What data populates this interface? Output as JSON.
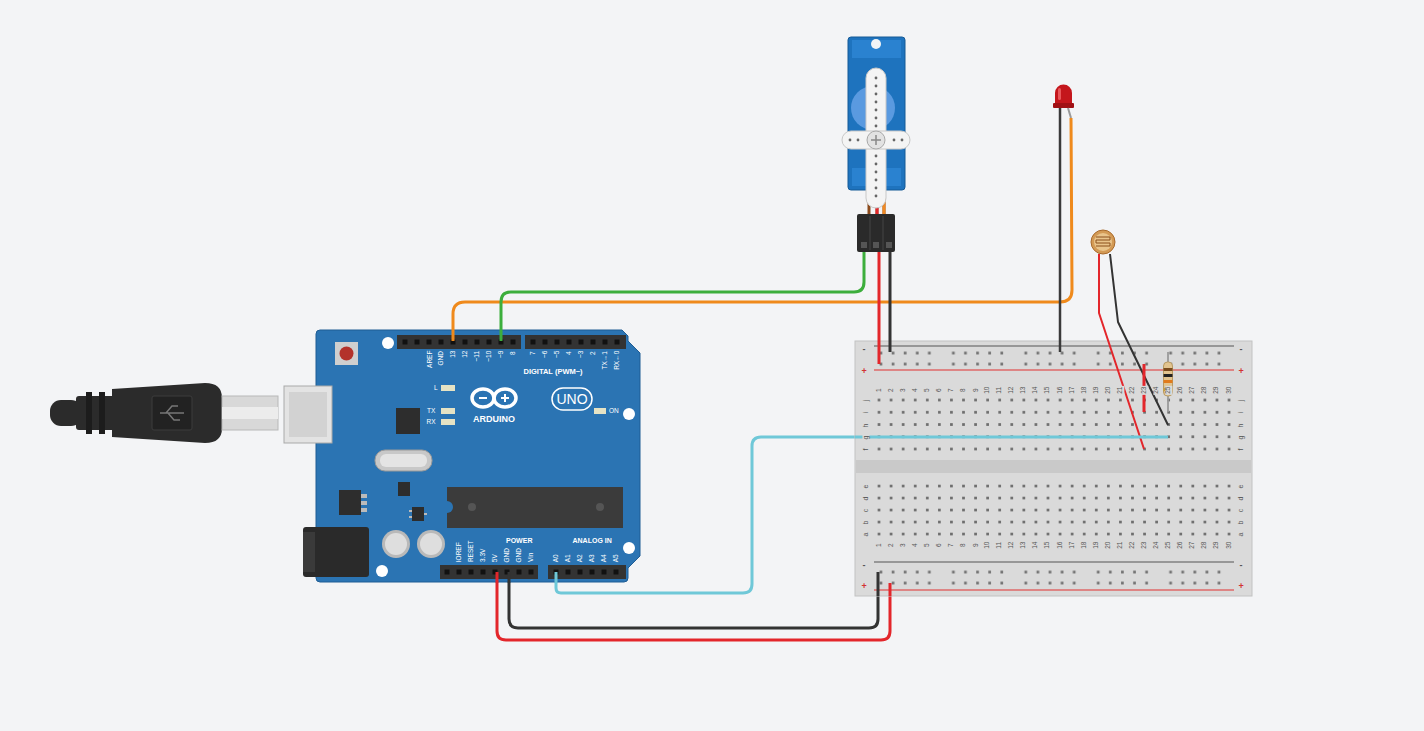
{
  "diagram": {
    "nodes": [
      {
        "text": [
          "AREF",
          "GND",
          "13",
          "12",
          "~11",
          "~10",
          "~9",
          "8",
          "7",
          "~6",
          "~5",
          "4",
          "~3",
          "2",
          "TX→1",
          "RX←0",
          "DIGITAL (PWM~)",
          "L",
          "TX",
          "RX",
          "UNO",
          "ON",
          "ARDUINO",
          "IOREF",
          "RESET",
          "3.3V",
          "5V",
          "GND",
          "GND",
          "Vin",
          "POWER",
          "ANALOG IN",
          "A0",
          "A1",
          "A2",
          "A3",
          "A4",
          "A5"
        ]
      },
      {
        "text": [
          "-",
          "-",
          "+",
          "+",
          "1",
          "2",
          "3",
          "4",
          "5",
          "6",
          "7",
          "8",
          "9",
          "10",
          "11",
          "12",
          "13",
          "14",
          "15",
          "16",
          "17",
          "18",
          "19",
          "20",
          "21",
          "22",
          "23",
          "24",
          "25",
          "26",
          "27",
          "28",
          "29",
          "30",
          "j",
          "j",
          "i",
          "i",
          "h",
          "h",
          "g",
          "g",
          "f",
          "f",
          "e",
          "e",
          "d",
          "d",
          "c",
          "c",
          "b",
          "b",
          "a",
          "a",
          "1",
          "2",
          "3",
          "4",
          "5",
          "6",
          "7",
          "8",
          "9",
          "10",
          "11",
          "12",
          "13",
          "14",
          "15",
          "16",
          "17",
          "18",
          "19",
          "20",
          "21",
          "22",
          "23",
          "24",
          "25",
          "26",
          "27",
          "28",
          "29",
          "30",
          "-",
          "-",
          "+",
          "+"
        ]
      }
    ],
    "edges": [
      {
        "from": 0,
        "to": 1,
        "arrow": "none"
      },
      {
        "from": 0,
        "to": 1,
        "arrow": "none"
      },
      {
        "from": 0,
        "to": 1,
        "arrow": "none"
      }
    ]
  }
}
